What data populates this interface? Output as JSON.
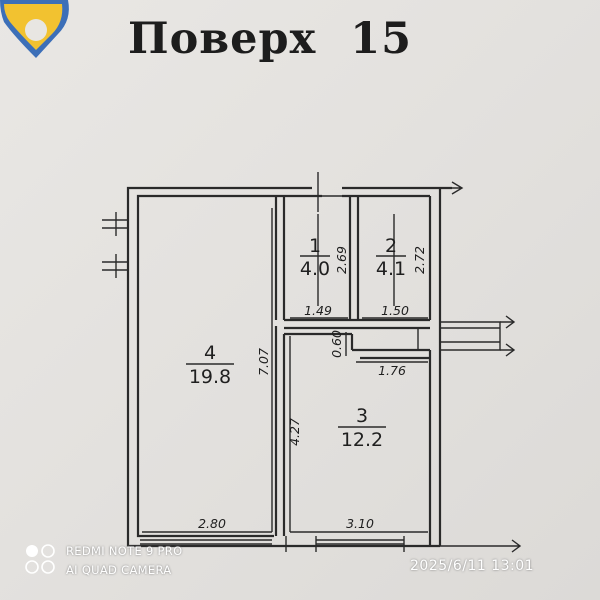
{
  "title": {
    "word": "Поверх",
    "number": "15"
  },
  "rooms": [
    {
      "id": "1",
      "area": "4.0"
    },
    {
      "id": "2",
      "area": "4.1"
    },
    {
      "id": "3",
      "area": "12.2"
    },
    {
      "id": "4",
      "area": "19.8"
    }
  ],
  "dimensions": {
    "d269": "2.69",
    "d272": "2.72",
    "d149": "1.49",
    "d150": "1.50",
    "d060": "0.60",
    "d176": "1.76",
    "d707": "7.07",
    "d427": "4.27",
    "d280": "2.80",
    "d310": "3.10"
  },
  "camera": {
    "model": "REDMI NOTE 9 PRO",
    "mode": "AI QUAD CAMERA"
  },
  "timestamp": "2025/6/11 13:01",
  "colors": {
    "ink": "#2a2a2a",
    "paper": "#e4e2df",
    "logo_yellow": "#f2c230",
    "logo_blue": "#3c6fb8"
  }
}
